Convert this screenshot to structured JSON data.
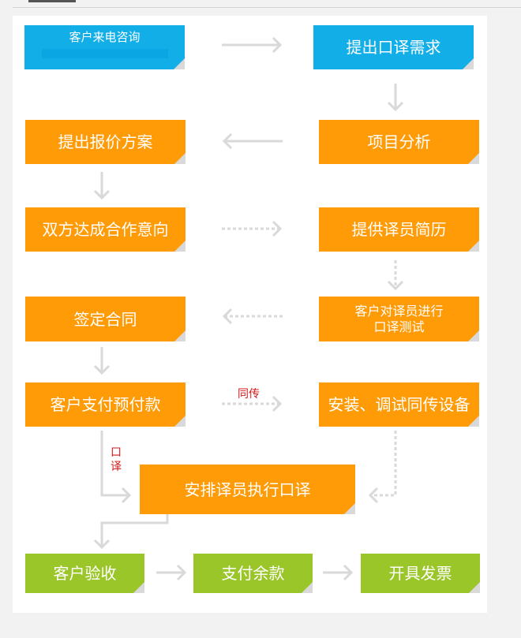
{
  "nodes": {
    "n1": "客户来电咨询",
    "n2": "提出口译需求",
    "n3": "项目分析",
    "n4": "提出报价方案",
    "n5": "双方达成合作意向",
    "n6": "提供译员简历",
    "n7_line1": "客户对译员进行",
    "n7_line2": "口译测试",
    "n8": "签定合同",
    "n9": "客户支付预付款",
    "n10": "安装、调试同传设备",
    "n11": "安排译员执行口译",
    "n12": "客户验收",
    "n13": "支付余款",
    "n14": "开具发票"
  },
  "edge_labels": {
    "simultaneous": "同传",
    "consecutive_1": "口",
    "consecutive_2": "译"
  },
  "colors": {
    "blue": "#12aee8",
    "orange": "#ff9b07",
    "green": "#9bc62a",
    "arrow": "#d9d9d9",
    "label": "#d4171a"
  }
}
